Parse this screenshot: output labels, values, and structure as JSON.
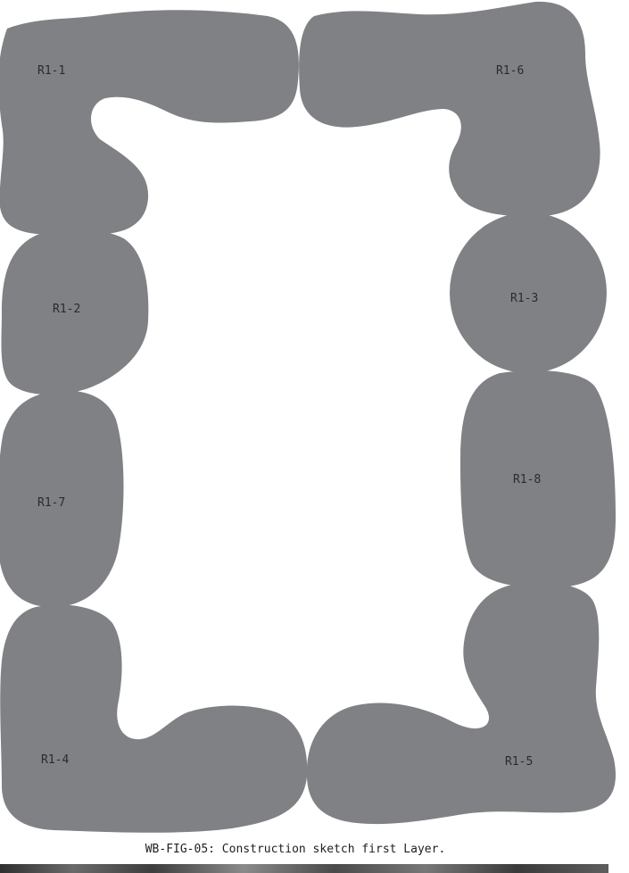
{
  "figure": {
    "caption": "WB-FIG-05: Construction sketch first Layer.",
    "blob_color": "#808184",
    "blobs": [
      {
        "id": "r1-1",
        "label": "R1-1"
      },
      {
        "id": "r1-6",
        "label": "R1-6"
      },
      {
        "id": "r1-2",
        "label": "R1-2"
      },
      {
        "id": "r1-3",
        "label": "R1-3"
      },
      {
        "id": "r1-7",
        "label": "R1-7"
      },
      {
        "id": "r1-8",
        "label": "R1-8"
      },
      {
        "id": "r1-4",
        "label": "R1-4"
      },
      {
        "id": "r1-5",
        "label": "R1-5"
      }
    ]
  }
}
